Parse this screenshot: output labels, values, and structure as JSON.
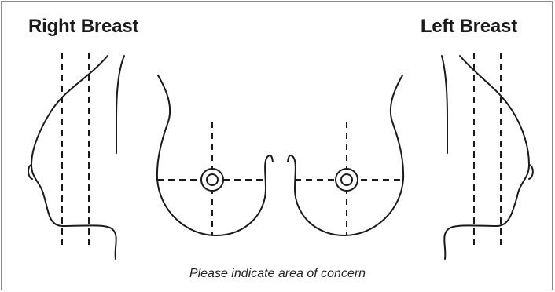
{
  "labels": {
    "right_breast": "Right Breast",
    "left_breast": "Left Breast",
    "instruction": "Please indicate area of concern"
  },
  "colors": {
    "stroke": "#1a1a1a",
    "border": "#8a8a8a",
    "background": "#ffffff"
  }
}
